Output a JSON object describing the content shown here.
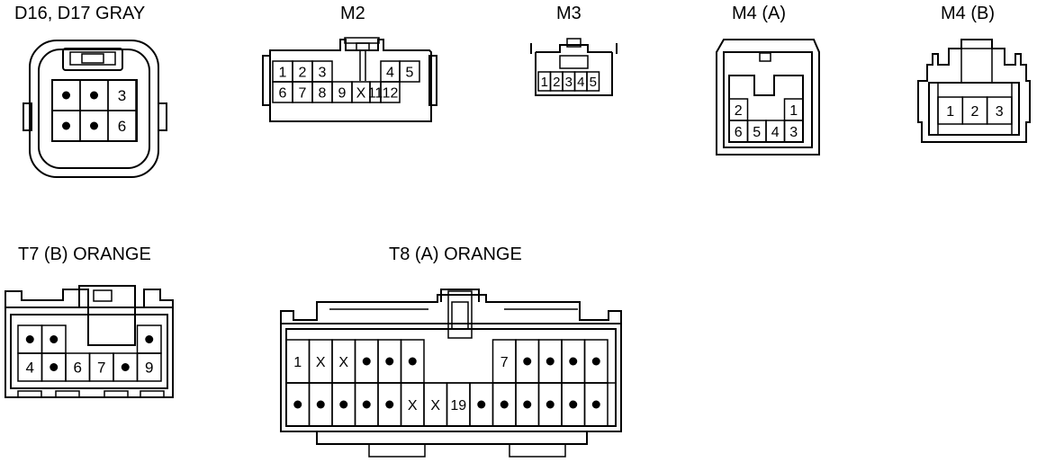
{
  "connectors": [
    {
      "id": "d16d17",
      "title": "D16, D17  GRAY",
      "cells": [
        {
          "row": 0,
          "col": 0,
          "v": "•"
        },
        {
          "row": 0,
          "col": 1,
          "v": "•"
        },
        {
          "row": 0,
          "col": 2,
          "v": "3"
        },
        {
          "row": 1,
          "col": 0,
          "v": "•"
        },
        {
          "row": 1,
          "col": 1,
          "v": "•"
        },
        {
          "row": 1,
          "col": 2,
          "v": "6"
        }
      ]
    },
    {
      "id": "m2",
      "title": "M2",
      "cells": [
        {
          "row": 0,
          "col": 0,
          "v": "1"
        },
        {
          "row": 0,
          "col": 1,
          "v": "2"
        },
        {
          "row": 0,
          "col": 2,
          "v": "3"
        },
        {
          "row": 0,
          "col": 6,
          "v": "4"
        },
        {
          "row": 0,
          "col": 7,
          "v": "5"
        },
        {
          "row": 1,
          "col": 0,
          "v": "6"
        },
        {
          "row": 1,
          "col": 1,
          "v": "7"
        },
        {
          "row": 1,
          "col": 2,
          "v": "8"
        },
        {
          "row": 1,
          "col": 3,
          "v": "9"
        },
        {
          "row": 1,
          "col": 4,
          "v": "X"
        },
        {
          "row": 1,
          "col": 5,
          "v": "11"
        },
        {
          "row": 1,
          "col": 6,
          "v": "12"
        }
      ]
    },
    {
      "id": "m3",
      "title": "M3",
      "cells": [
        {
          "row": 0,
          "col": 0,
          "v": "1"
        },
        {
          "row": 0,
          "col": 1,
          "v": "2"
        },
        {
          "row": 0,
          "col": 2,
          "v": "3"
        },
        {
          "row": 0,
          "col": 3,
          "v": "4"
        },
        {
          "row": 0,
          "col": 4,
          "v": "5"
        }
      ]
    },
    {
      "id": "m4a",
      "title": "M4 (A)",
      "cells": [
        {
          "row": 0,
          "col": 0,
          "v": "2"
        },
        {
          "row": 0,
          "col": 3,
          "v": "1"
        },
        {
          "row": 1,
          "col": 0,
          "v": "6"
        },
        {
          "row": 1,
          "col": 1,
          "v": "5"
        },
        {
          "row": 1,
          "col": 2,
          "v": "4"
        },
        {
          "row": 1,
          "col": 3,
          "v": "3"
        }
      ]
    },
    {
      "id": "m4b",
      "title": "M4 (B)",
      "cells": [
        {
          "row": 0,
          "col": 0,
          "v": "1"
        },
        {
          "row": 0,
          "col": 1,
          "v": "2"
        },
        {
          "row": 0,
          "col": 2,
          "v": "3"
        }
      ]
    },
    {
      "id": "t7b",
      "title": "T7 (B)  ORANGE",
      "cells": [
        {
          "row": 0,
          "col": 0,
          "v": "•"
        },
        {
          "row": 0,
          "col": 1,
          "v": "•"
        },
        {
          "row": 0,
          "col": 5,
          "v": "•"
        },
        {
          "row": 1,
          "col": 0,
          "v": "4"
        },
        {
          "row": 1,
          "col": 1,
          "v": "•"
        },
        {
          "row": 1,
          "col": 2,
          "v": "6"
        },
        {
          "row": 1,
          "col": 3,
          "v": "7"
        },
        {
          "row": 1,
          "col": 4,
          "v": "•"
        },
        {
          "row": 1,
          "col": 5,
          "v": "9"
        }
      ]
    },
    {
      "id": "t8a",
      "title": "T8 (A)  ORANGE",
      "cells": [
        {
          "row": 0,
          "col": 0,
          "v": "1"
        },
        {
          "row": 0,
          "col": 1,
          "v": "X"
        },
        {
          "row": 0,
          "col": 2,
          "v": "X"
        },
        {
          "row": 0,
          "col": 3,
          "v": "•"
        },
        {
          "row": 0,
          "col": 4,
          "v": "•"
        },
        {
          "row": 0,
          "col": 5,
          "v": "•"
        },
        {
          "row": 0,
          "col": 9,
          "v": "7"
        },
        {
          "row": 0,
          "col": 10,
          "v": "•"
        },
        {
          "row": 0,
          "col": 11,
          "v": "•"
        },
        {
          "row": 0,
          "col": 12,
          "v": "•"
        },
        {
          "row": 0,
          "col": 13,
          "v": "•"
        },
        {
          "row": 1,
          "col": 0,
          "v": "•"
        },
        {
          "row": 1,
          "col": 1,
          "v": "•"
        },
        {
          "row": 1,
          "col": 2,
          "v": "•"
        },
        {
          "row": 1,
          "col": 3,
          "v": "•"
        },
        {
          "row": 1,
          "col": 4,
          "v": "•"
        },
        {
          "row": 1,
          "col": 5,
          "v": "X"
        },
        {
          "row": 1,
          "col": 6,
          "v": "X"
        },
        {
          "row": 1,
          "col": 7,
          "v": "19"
        },
        {
          "row": 1,
          "col": 8,
          "v": "•"
        },
        {
          "row": 1,
          "col": 9,
          "v": "•"
        },
        {
          "row": 1,
          "col": 10,
          "v": "•"
        },
        {
          "row": 1,
          "col": 11,
          "v": "•"
        },
        {
          "row": 1,
          "col": 12,
          "v": "•"
        },
        {
          "row": 1,
          "col": 13,
          "v": "•"
        }
      ]
    }
  ]
}
